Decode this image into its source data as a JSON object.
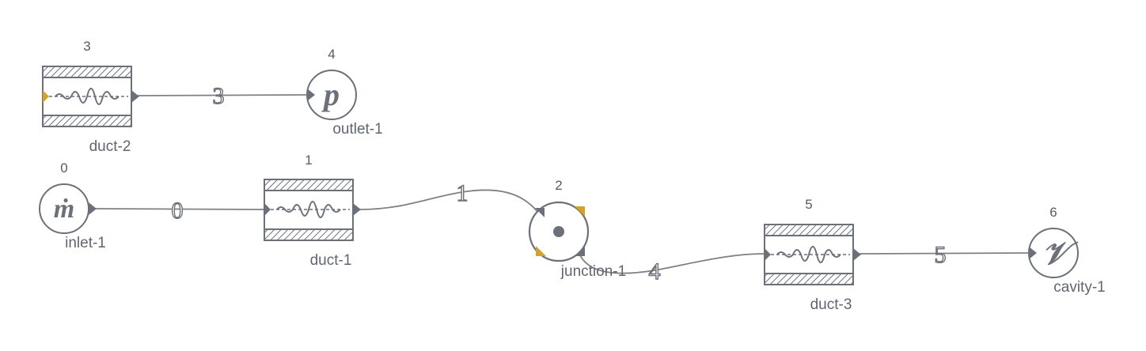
{
  "diagram": {
    "colors": {
      "stroke": "#6b7079",
      "wire": "#808080",
      "port_highlight": "#d4a22a",
      "text": "#5f6672"
    },
    "nodes": [
      {
        "id": "inlet-1",
        "index": "0",
        "label": "inlet-1",
        "kind": "inlet",
        "symbol": "ṁ"
      },
      {
        "id": "duct-1",
        "index": "1",
        "label": "duct-1",
        "kind": "duct"
      },
      {
        "id": "junction-1",
        "index": "2",
        "label": "junction-1",
        "kind": "junction"
      },
      {
        "id": "duct-2",
        "index": "3",
        "label": "duct-2",
        "kind": "duct"
      },
      {
        "id": "outlet-1",
        "index": "4",
        "label": "outlet-1",
        "kind": "outlet",
        "symbol": "p"
      },
      {
        "id": "duct-3",
        "index": "5",
        "label": "duct-3",
        "kind": "duct"
      },
      {
        "id": "cavity-1",
        "index": "6",
        "label": "cavity-1",
        "kind": "cavity",
        "symbol": "𝒱"
      }
    ],
    "edges": [
      {
        "number": "0",
        "from": "inlet-1",
        "to": "duct-1"
      },
      {
        "number": "1",
        "from": "duct-1",
        "to": "junction-1"
      },
      {
        "number": "3",
        "from": "duct-2",
        "to": "outlet-1"
      },
      {
        "number": "4",
        "from": "junction-1",
        "to": "duct-3"
      },
      {
        "number": "5",
        "from": "duct-3",
        "to": "cavity-1"
      }
    ]
  }
}
